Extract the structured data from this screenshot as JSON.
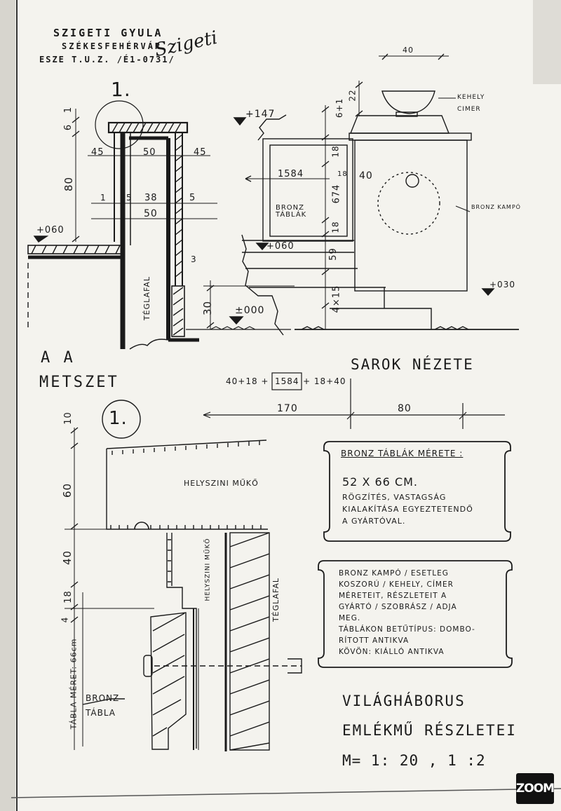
{
  "title_block": {
    "author": "SZIGETI GYULA",
    "city": "SZÉKESFEHÉRVÁR",
    "code": "ESZE T.U.Z. /É1-0731/",
    "signature": "Szigeti"
  },
  "section": {
    "detail_no": "1.",
    "title_line1": "A A",
    "title_line2": "METSZET",
    "wall_label": "TÉGLAFAL",
    "dims": {
      "top_6": "6",
      "top_1": "1",
      "d45_left": "45",
      "d50_top": "50",
      "d45_right": "45",
      "h80": "80",
      "d1": "1",
      "d5": "5",
      "d38": "38",
      "d5b": "5",
      "d50_bottom": "50",
      "level_060": "+060",
      "d3": "3",
      "h30": "30"
    }
  },
  "corner_view": {
    "title": "SAROK NÉZETE",
    "level_147": "+147",
    "level_060": "+060",
    "level_000": "±000",
    "level_030": "+030",
    "bronze_plates": "BRONZ TÁBLÁK",
    "width_1584": "1584",
    "d40": "40",
    "d18_top": "18",
    "d18_side": "18",
    "h674": "674",
    "d18_bottom": "18",
    "d59": "59",
    "d4x15": "4×15",
    "d22": "22",
    "d6_1": "6+1",
    "top_dim": "40",
    "bowl_label": "KEHELY",
    "bowl_label2": "CIMER",
    "wreath_label": "BRONZ KAMPÓ"
  },
  "plan_dims": {
    "formula_left": "40+18 +",
    "formula_box": "1584",
    "formula_right": "+ 18+40",
    "d170": "170",
    "d80": "80"
  },
  "detail": {
    "detail_no": "1.",
    "dims": [
      "10",
      "60",
      "40",
      "18",
      "4"
    ],
    "stone_label": "HELYSZINI MŰKŐ",
    "stone_label_vertical": "HELYSZINI MŰKŐ",
    "wall_label": "TÉGLAFAL",
    "bronze_label1": "BRONZ",
    "bronze_label2": "TÁBLA",
    "plate_size_label": "TÁBLA MÉRET: 66cm"
  },
  "notes": {
    "note1": {
      "heading": "BRONZ TÁBLÁK MÉRETE :",
      "size": "52 X 66 CM.",
      "lines": [
        "RÖGZÍTÉS, VASTAGSÁG",
        "KIALAKÍTÁSA EGYEZTETENDŐ",
        "A GYÁRTÓVAL."
      ]
    },
    "note2": {
      "lines": [
        "BRONZ KAMPÓ / ESETLEG",
        "KOSZORÚ / KEHELY, CÍMER",
        "MÉRETEIT, RÉSZLETEIT A",
        "GYÁRTÓ / SZOBRÁSZ / ADJA",
        "MEG.",
        "TÁBLÁKON BETŰTÍPUS: DOMBO-",
        "RÍTOTT ANTIKVA",
        "KÖVÖN: KIÁLLÓ ANTIKVA"
      ]
    }
  },
  "footer": {
    "title_line1": "VILÁGHÁBORUS",
    "title_line2": "EMLÉKMŰ RÉSZLETEI",
    "scale": "M= 1: 20 , 1 :2"
  },
  "zoom_badge": "ZOOM"
}
